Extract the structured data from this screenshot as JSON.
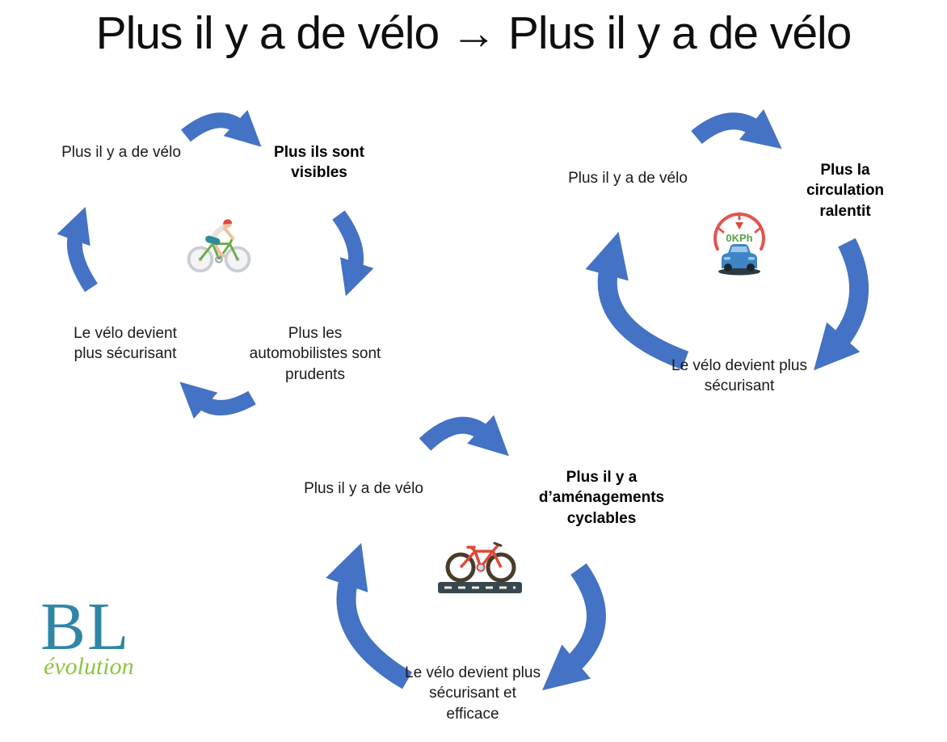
{
  "title": "Plus il y a de vélo → Plus il y a de vélo",
  "colors": {
    "arrow": "#4472C4",
    "text": "#1a1a1a",
    "logo_main": "#2f86a6",
    "logo_sub": "#8dc63f"
  },
  "cycle_visibility": {
    "icon": "cyclist-icon",
    "cause": "Plus il y a de vélo",
    "effect": "Plus ils sont visibles",
    "step3": "Plus les automobilistes sont prudents",
    "step4": "Le vélo devient plus sécurisant"
  },
  "cycle_traffic": {
    "icon": "car-speedometer-icon",
    "cause": "Plus il y a de vélo",
    "effect": "Plus la circulation ralentit",
    "step3": "Le vélo devient plus sécurisant",
    "speedometer_value": "0KPh"
  },
  "cycle_infrastructure": {
    "icon": "bicycle-road-icon",
    "cause": "Plus il y a de vélo",
    "effect": "Plus il y a d’aménagements cyclables",
    "step3": "Le vélo devient plus sécurisant et efficace"
  },
  "logo": {
    "main": "BL",
    "sub": "évolution"
  }
}
